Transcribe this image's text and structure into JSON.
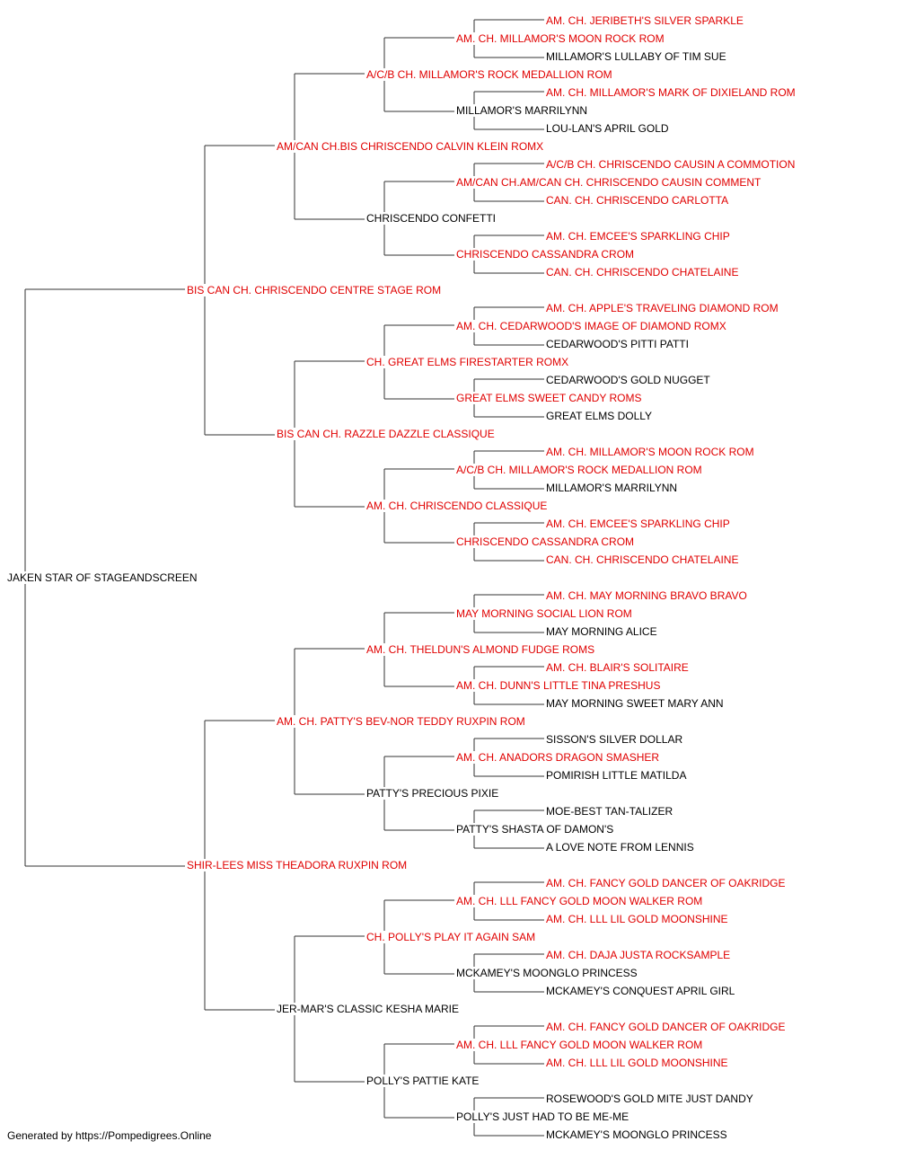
{
  "colors": {
    "titled": "#e00000",
    "untitled": "#000000",
    "line": "#333333"
  },
  "footer": {
    "credit": "Generated by https://Pompedigrees.Online"
  },
  "pedigree": {
    "name": "JAKEN STAR OF STAGEANDSCREEN",
    "titled": false,
    "sire": {
      "name": "BIS CAN CH. CHRISCENDO CENTRE STAGE ROM",
      "titled": true,
      "sire": {
        "name": "AM/CAN CH.BIS CHRISCENDO CALVIN KLEIN ROMX",
        "titled": true,
        "sire": {
          "name": "A/C/B CH. MILLAMOR'S ROCK MEDALLION ROM",
          "titled": true,
          "sire": {
            "name": "AM. CH. MILLAMOR'S MOON ROCK ROM",
            "titled": true,
            "sire": {
              "name": "AM. CH. JERIBETH'S SILVER SPARKLE",
              "titled": true
            },
            "dam": {
              "name": "MILLAMOR'S LULLABY OF TIM SUE",
              "titled": false
            }
          },
          "dam": {
            "name": "MILLAMOR'S MARRILYNN",
            "titled": false,
            "sire": {
              "name": "AM. CH. MILLAMOR'S MARK OF DIXIELAND ROM",
              "titled": true
            },
            "dam": {
              "name": "LOU-LAN'S APRIL GOLD",
              "titled": false
            }
          }
        },
        "dam": {
          "name": "CHRISCENDO CONFETTI",
          "titled": false,
          "sire": {
            "name": "AM/CAN CH.AM/CAN CH. CHRISCENDO CAUSIN COMMENT",
            "titled": true,
            "sire": {
              "name": "A/C/B CH. CHRISCENDO CAUSIN A COMMOTION",
              "titled": true
            },
            "dam": {
              "name": "CAN. CH. CHRISCENDO CARLOTTA",
              "titled": true
            }
          },
          "dam": {
            "name": "CHRISCENDO CASSANDRA CROM",
            "titled": true,
            "sire": {
              "name": "AM. CH. EMCEE'S SPARKLING CHIP",
              "titled": true
            },
            "dam": {
              "name": "CAN. CH. CHRISCENDO CHATELAINE",
              "titled": true
            }
          }
        }
      },
      "dam": {
        "name": "BIS CAN CH. RAZZLE DAZZLE CLASSIQUE",
        "titled": true,
        "sire": {
          "name": "CH. GREAT ELMS FIRESTARTER ROMX",
          "titled": true,
          "sire": {
            "name": "AM. CH. CEDARWOOD'S IMAGE OF DIAMOND ROMX",
            "titled": true,
            "sire": {
              "name": "AM. CH. APPLE'S TRAVELING DIAMOND ROM",
              "titled": true
            },
            "dam": {
              "name": "CEDARWOOD'S PITTI PATTI",
              "titled": false
            }
          },
          "dam": {
            "name": "GREAT ELMS SWEET CANDY ROMS",
            "titled": true,
            "sire": {
              "name": "CEDARWOOD'S GOLD NUGGET",
              "titled": false
            },
            "dam": {
              "name": "GREAT ELMS DOLLY",
              "titled": false
            }
          }
        },
        "dam": {
          "name": "AM. CH. CHRISCENDO CLASSIQUE",
          "titled": true,
          "sire": {
            "name": "A/C/B CH. MILLAMOR'S ROCK MEDALLION ROM",
            "titled": true,
            "sire": {
              "name": "AM. CH. MILLAMOR'S MOON ROCK ROM",
              "titled": true
            },
            "dam": {
              "name": "MILLAMOR'S MARRILYNN",
              "titled": false
            }
          },
          "dam": {
            "name": "CHRISCENDO CASSANDRA CROM",
            "titled": true,
            "sire": {
              "name": "AM. CH. EMCEE'S SPARKLING CHIP",
              "titled": true
            },
            "dam": {
              "name": "CAN. CH. CHRISCENDO CHATELAINE",
              "titled": true
            }
          }
        }
      }
    },
    "dam": {
      "name": "SHIR-LEES MISS THEADORA RUXPIN ROM",
      "titled": true,
      "sire": {
        "name": "AM. CH. PATTY'S BEV-NOR TEDDY RUXPIN ROM",
        "titled": true,
        "sire": {
          "name": "AM. CH. THELDUN'S ALMOND FUDGE ROMS",
          "titled": true,
          "sire": {
            "name": "MAY MORNING SOCIAL LION ROM",
            "titled": true,
            "sire": {
              "name": "AM. CH. MAY MORNING BRAVO BRAVO",
              "titled": true
            },
            "dam": {
              "name": "MAY MORNING ALICE",
              "titled": false
            }
          },
          "dam": {
            "name": "AM. CH. DUNN'S LITTLE TINA PRESHUS",
            "titled": true,
            "sire": {
              "name": "AM. CH. BLAIR'S SOLITAIRE",
              "titled": true
            },
            "dam": {
              "name": "MAY MORNING SWEET MARY ANN",
              "titled": false
            }
          }
        },
        "dam": {
          "name": "PATTY'S PRECIOUS PIXIE",
          "titled": false,
          "sire": {
            "name": "AM. CH. ANADORS DRAGON SMASHER",
            "titled": true,
            "sire": {
              "name": "SISSON'S SILVER DOLLAR",
              "titled": false
            },
            "dam": {
              "name": "POMIRISH LITTLE MATILDA",
              "titled": false
            }
          },
          "dam": {
            "name": "PATTY'S SHASTA OF DAMON'S",
            "titled": false,
            "sire": {
              "name": "MOE-BEST TAN-TALIZER",
              "titled": false
            },
            "dam": {
              "name": "A LOVE NOTE FROM LENNIS",
              "titled": false
            }
          }
        }
      },
      "dam": {
        "name": "JER-MAR'S CLASSIC KESHA MARIE",
        "titled": false,
        "sire": {
          "name": "CH. POLLY'S PLAY IT AGAIN SAM",
          "titled": true,
          "sire": {
            "name": "AM. CH. LLL FANCY GOLD MOON WALKER ROM",
            "titled": true,
            "sire": {
              "name": "AM. CH. FANCY GOLD DANCER OF OAKRIDGE",
              "titled": true
            },
            "dam": {
              "name": "AM. CH. LLL LIL GOLD MOONSHINE",
              "titled": true
            }
          },
          "dam": {
            "name": "MCKAMEY'S MOONGLO PRINCESS",
            "titled": false,
            "sire": {
              "name": "AM. CH. DAJA JUSTA ROCKSAMPLE",
              "titled": true
            },
            "dam": {
              "name": "MCKAMEY'S CONQUEST APRIL GIRL",
              "titled": false
            }
          }
        },
        "dam": {
          "name": "POLLY'S PATTIE KATE",
          "titled": false,
          "sire": {
            "name": "AM. CH. LLL FANCY GOLD MOON WALKER ROM",
            "titled": true,
            "sire": {
              "name": "AM. CH. FANCY GOLD DANCER OF OAKRIDGE",
              "titled": true
            },
            "dam": {
              "name": "AM. CH. LLL LIL GOLD MOONSHINE",
              "titled": true
            }
          },
          "dam": {
            "name": "POLLY'S JUST HAD TO BE ME-ME",
            "titled": false,
            "sire": {
              "name": "ROSEWOOD'S GOLD MITE JUST DANDY",
              "titled": false
            },
            "dam": {
              "name": "MCKAMEY'S MOONGLO PRINCESS",
              "titled": false
            }
          }
        }
      }
    }
  }
}
